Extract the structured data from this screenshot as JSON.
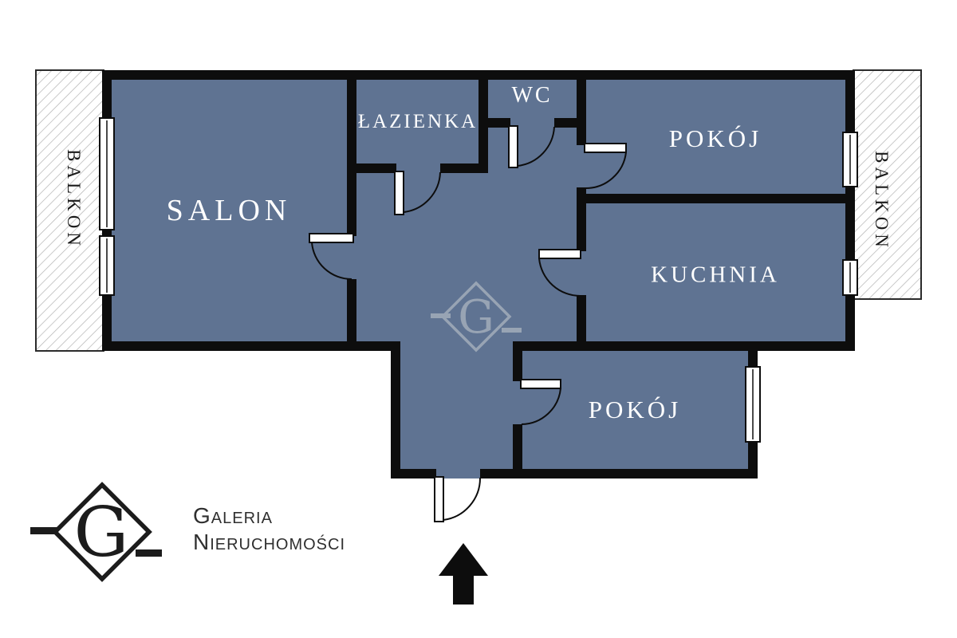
{
  "rooms": {
    "salon": {
      "label": "SALON"
    },
    "lazienka": {
      "label": "ŁAZIENKA"
    },
    "wc": {
      "label": "WC"
    },
    "pokoj_top": {
      "label": "POKÓJ"
    },
    "kuchnia": {
      "label": "KUCHNIA"
    },
    "pokoj_bottom": {
      "label": "POKÓJ"
    }
  },
  "balconies": {
    "left": {
      "label": "BALKON"
    },
    "right": {
      "label": "BALKON"
    }
  },
  "branding": {
    "logo_letter": "G",
    "name_line1": "Galeria",
    "name_line2": "Nieruchomości"
  },
  "watermark": {
    "letter": "G"
  },
  "colors": {
    "room_fill": "#5f7392",
    "wall": "#0d0d0d",
    "hatch_line": "#b3b3b3",
    "watermark": "#a3adbb",
    "logo": "#1c1c1c",
    "label_text": "#ffffff",
    "balcony_text": "#1a1a1a"
  }
}
